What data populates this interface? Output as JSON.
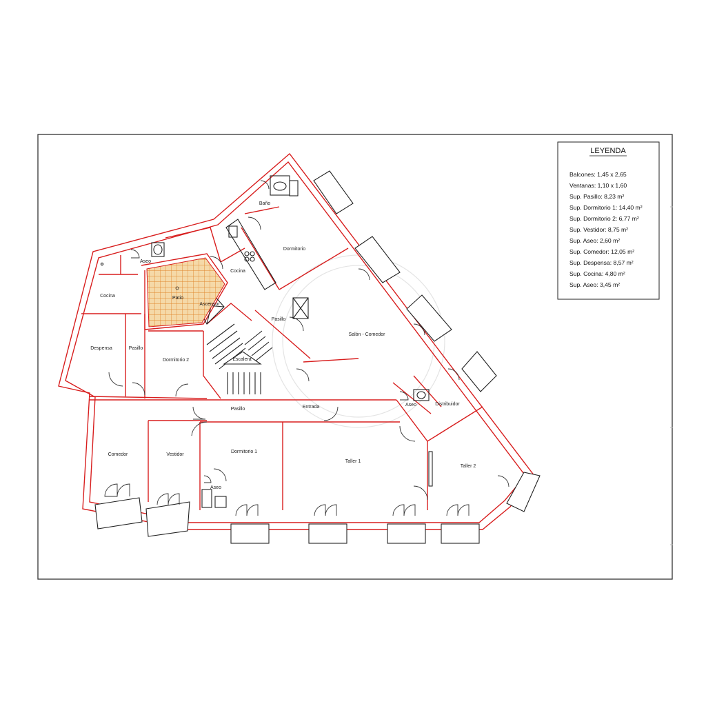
{
  "legend": {
    "title": "LEYENDA",
    "items": [
      "Balcones: 1,45 x 2,65",
      "Ventanas: 1,10 x 1,60",
      "Sup. Pasillo: 8,23 m²",
      "Sup. Dormitorio 1: 14,40 m²",
      "Sup. Dormitorio 2: 6,77 m²",
      "Sup. Vestidor: 8,75 m²",
      "Sup. Aseo: 2,60 m²",
      "Sup. Comedor: 12,05 m²",
      "Sup. Despensa: 8,57 m²",
      "Sup. Cocina: 4,80 m²",
      "Sup. Aseo: 3,45 m²"
    ]
  },
  "rooms": {
    "bano": "Baño",
    "dormitorio": "Dormitorio",
    "aseo_top": "Aseo",
    "cocina_left": "Cocina",
    "cocina_mid": "Cocina",
    "patio": "Patio",
    "ascensor": "Ascensor",
    "pasillo_mid": "Pasillo",
    "salon": "Salón - Comedor",
    "despensa": "Despensa",
    "pasillo_left": "Pasillo",
    "dormitorio2": "Dormitorio 2",
    "escalera": "Escalera",
    "pasillo_bottom": "Pasillo",
    "entrada": "Entrada",
    "aseo_right": "Aseo",
    "distribuidor": "Distribuidor",
    "comedor": "Comedor",
    "vestidor": "Vestidor",
    "dormitorio1": "Dormitorio 1",
    "aseo_bottom": "Aseo",
    "taller1": "Taller 1",
    "taller2": "Taller 2"
  },
  "colors": {
    "wall": "#d81e1e",
    "patio_fill": "#f5d9a8",
    "patio_grid": "#e0852a"
  }
}
